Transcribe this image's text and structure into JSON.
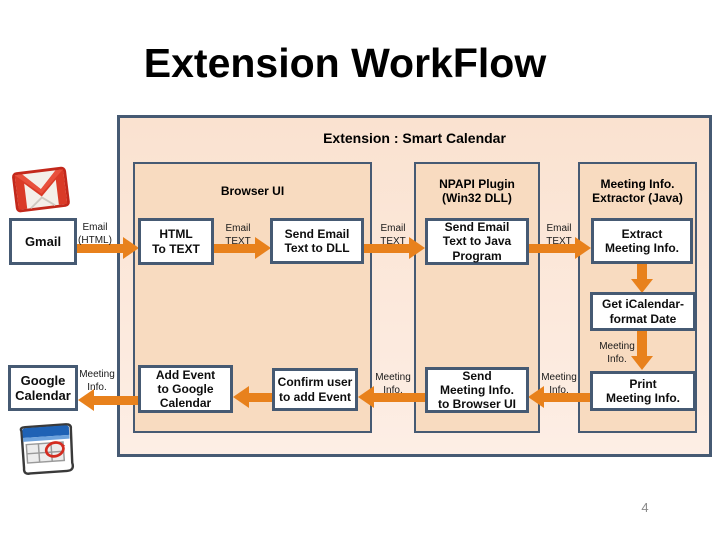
{
  "slide": {
    "title": "Extension WorkFlow",
    "page_number": "4"
  },
  "diagram": {
    "container_title": "Extension : Smart Calendar",
    "panels": {
      "browser_ui": {
        "title": "Browser UI"
      },
      "npapi": {
        "title": "NPAPI Plugin\n(Win32 DLL)"
      },
      "extractor": {
        "title": "Meeting Info.\nExtractor (Java)"
      }
    },
    "nodes": {
      "gmail": "Gmail",
      "html_to_text": "HTML\nTo TEXT",
      "send_dll": "Send Email\nText to DLL",
      "send_java": "Send Email\nText to Java\nProgram",
      "extract": "Extract\nMeeting Info.",
      "get_ical": "Get iCalendar-\nformat Date",
      "print": "Print\nMeeting Info.",
      "send_browser": "Send\nMeeting Info.\nto Browser UI",
      "confirm": "Confirm user\nto add Event",
      "add_event": "Add Event\nto Google\nCalendar",
      "google_calendar": "Google\nCalendar"
    },
    "edge_labels": {
      "email_html": "Email\n(HTML)",
      "email_text": "Email\nTEXT",
      "meeting_info": "Meeting\nInfo."
    },
    "icons": {
      "gmail": "gmail-icon",
      "google_calendar": "google-calendar-icon"
    },
    "colors": {
      "arrow_orange": "#E8811C",
      "border_slate": "#465A73",
      "panel_bg": "#F8DBC0",
      "container_bg_top": "#FAE2D0",
      "container_bg_bottom": "#FDEEE5"
    }
  }
}
